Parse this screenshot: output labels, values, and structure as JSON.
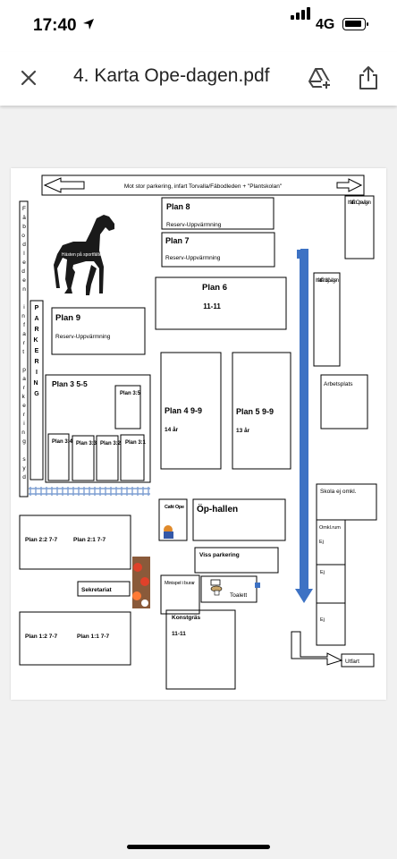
{
  "status_bar": {
    "time": "17:40",
    "network": "4G"
  },
  "app_bar": {
    "title": "4. Karta Ope-dagen.pdf"
  },
  "map": {
    "top_banner": "Mot stor parkering, infart Torvalla/Fäbodleden + \"Plantskolan\"",
    "left_vertical": "Fäbodleden infart parkering syd",
    "parkering_vertical": "PARKERING",
    "horse_caption": "Hästen på sportfältet",
    "plan8": {
      "title": "Plan 8",
      "sub": "Reserv-Uppvärmning"
    },
    "plan7": {
      "title": "Plan 7",
      "sub": "Reserv-Uppvärmning"
    },
    "plan6": {
      "title": "Plan 6",
      "sub": "11-11"
    },
    "plan9": {
      "title": "Plan 9",
      "sub": "Reserv-Uppvärmning"
    },
    "plan3": {
      "title": "Plan 3 5-5",
      "inner": "Plan 3:5",
      "subs": [
        "Plan 3:4",
        "Plan 3:3",
        "Plan 3:2",
        "Plan 3:1"
      ]
    },
    "plan4": {
      "title": "Plan 4 9-9",
      "sub": "14 år"
    },
    "plan5": {
      "title": "Plan 5 9-9",
      "sub": "13 år"
    },
    "infart_opevagen": "Infart från Opevägen",
    "infart_lillsjo": "Infart från Lillsjövägen",
    "arbetsplats": "Arbetsplats",
    "skola": "Skola ej omkl.",
    "omkl_rum": "Omkl.rum",
    "ej": "Ej",
    "cafe": "Café Ope",
    "op_hallen": "Öp-hallen",
    "plan2": {
      "a": "Plan 2:2  7-7",
      "b": "Plan 2:1  7-7"
    },
    "viss_parkering": "Viss parkering",
    "sekretariat": "Sekretariat",
    "minispel": "Minispel i burar",
    "toalett": "Toalett",
    "plan1": {
      "a": "Plan 1:2  7-7",
      "b": "Plan 1:1  7-7"
    },
    "konstgras": {
      "title": "Konstgräs",
      "sub": "11-11"
    },
    "utfart": "Utfart"
  },
  "colors": {
    "arrow_blue": "#3d72c4",
    "fence_blue": "#7e9fd2"
  }
}
